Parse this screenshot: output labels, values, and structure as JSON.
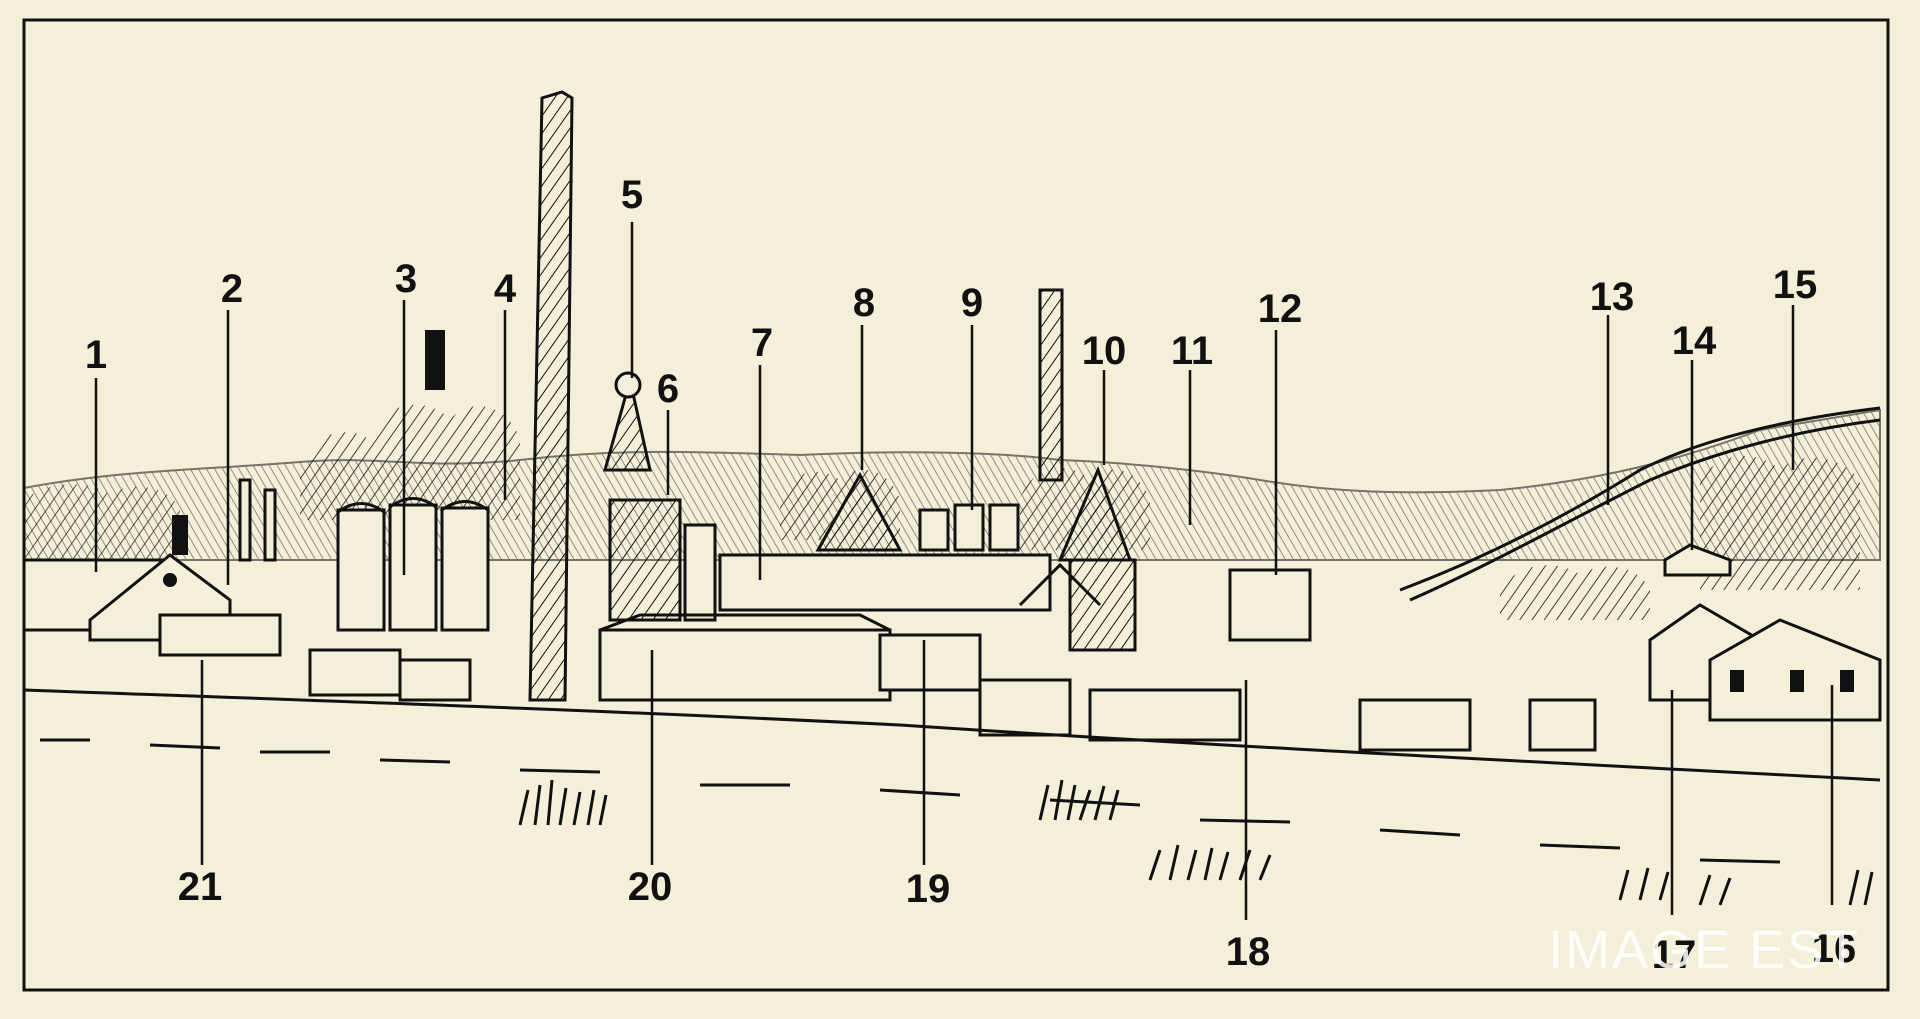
{
  "colors": {
    "paper": "#f4efd8",
    "ink": "#111111",
    "watermark": "#ffffff"
  },
  "labels": [
    "1",
    "2",
    "3",
    "4",
    "5",
    "6",
    "7",
    "8",
    "9",
    "10",
    "11",
    "12",
    "13",
    "14",
    "15",
    "16",
    "17",
    "18",
    "19",
    "20",
    "21"
  ],
  "watermark": "IMAGE EST"
}
